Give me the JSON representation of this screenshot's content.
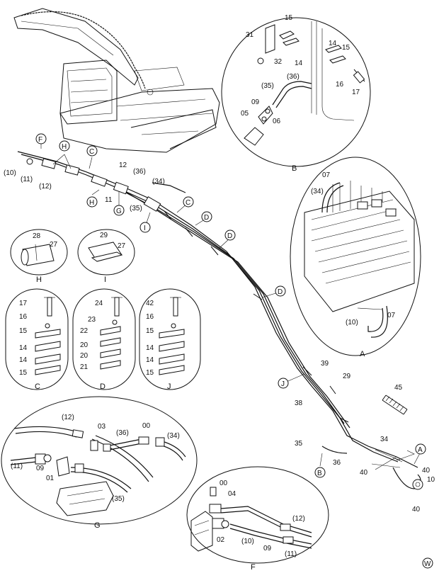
{
  "views": {
    "B": {
      "caption": "B",
      "labels": [
        "15",
        "31",
        "32",
        "14",
        "14",
        "15",
        "16",
        "17",
        "(36)",
        "(35)",
        "09",
        "05",
        "06"
      ]
    },
    "A": {
      "caption": "A",
      "labels": [
        "07",
        "(34)",
        "07",
        "(10)"
      ]
    },
    "H": {
      "caption": "H",
      "labels": [
        "28",
        "27"
      ]
    },
    "I": {
      "caption": "I",
      "labels": [
        "29",
        "27"
      ]
    },
    "C": {
      "caption": "C",
      "labels": [
        "17",
        "16",
        "15",
        "14",
        "14",
        "15"
      ]
    },
    "D": {
      "caption": "D",
      "labels": [
        "24",
        "23",
        "22",
        "20",
        "20",
        "21"
      ]
    },
    "J": {
      "caption": "J",
      "labels": [
        "42",
        "16",
        "15",
        "14",
        "14",
        "15"
      ]
    },
    "G": {
      "caption": "G",
      "labels": [
        "(12)",
        "03",
        "(36)",
        "00",
        "(34)",
        "(11)",
        "09",
        "01",
        "(35)"
      ]
    },
    "F": {
      "caption": "F",
      "labels": [
        "00",
        "04",
        "(12)",
        "02",
        "(10)",
        "09",
        "(11)"
      ]
    }
  },
  "main": {
    "callouts": [
      "F",
      "H",
      "C",
      "H",
      "G",
      "I",
      "C",
      "D",
      "D",
      "D",
      "J",
      "B",
      "A"
    ],
    "labels": [
      "(10)",
      "(11)",
      "(12)",
      "12",
      "(36)",
      "(34)",
      "11",
      "(35)",
      "39",
      "29",
      "38",
      "45",
      "34",
      "35",
      "36",
      "40",
      "40",
      "10",
      "40"
    ]
  },
  "watermark": "W",
  "colors": {
    "line": "#111111",
    "background": "#ffffff"
  }
}
